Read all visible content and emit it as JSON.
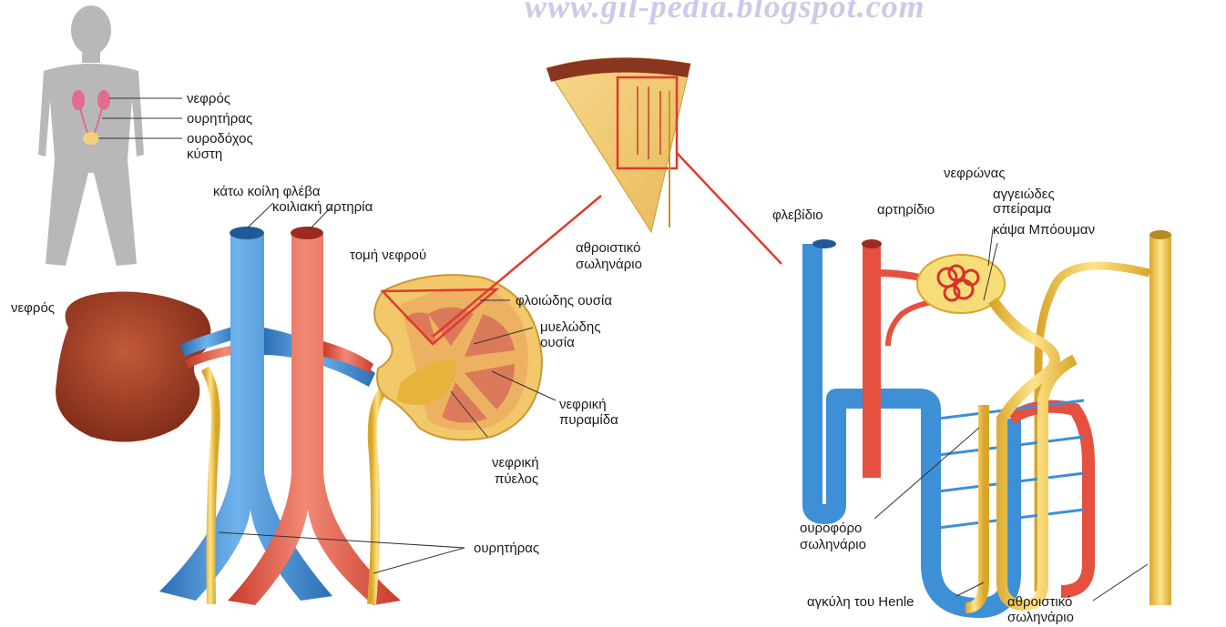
{
  "watermark": "www.gil-pedia.blogspot.com",
  "body_labels": {
    "kidney": "νεφρός",
    "ureter": "ουρητήρας",
    "bladder_line1": "ουροδόχος",
    "bladder_line2": "κύστη"
  },
  "main_labels": {
    "vena_cava": "κάτω κοίλη φλέβα",
    "aorta": "κοιλιακή αρτηρία",
    "kidney_section": "τομή νεφρού",
    "kidney": "νεφρός",
    "ureter": "ουρητήρας"
  },
  "section_labels": {
    "cortex": "φλοιώδης ουσία",
    "medulla_line1": "μυελώδης",
    "medulla_line2": "ουσία",
    "pyramid_line1": "νεφρική",
    "pyramid_line2": "πυραμίδα",
    "pelvis_line1": "νεφρική",
    "pelvis_line2": "πύελος"
  },
  "wedge_labels": {
    "collecting_line1": "αθροιστικό",
    "collecting_line2": "σωληνάριο"
  },
  "nephron_labels": {
    "nephron": "νεφρώνας",
    "venule": "φλεβίδιο",
    "arteriole": "αρτηρίδιο",
    "glomerulus_line1": "αγγειώδες",
    "glomerulus_line2": "σπείραμα",
    "bowman": "κάψα Μπόουμαν",
    "uriniferous_line1": "ουροφόρο",
    "uriniferous_line2": "σωληνάριο",
    "henle": "αγκύλη του Henle",
    "collecting_line1": "αθροιστικό",
    "collecting_line2": "σωληνάριο"
  },
  "colors": {
    "vein_blue": "#3d8fd6",
    "artery_red": "#e5503f",
    "tubule_yellow": "#f2c94c",
    "kidney_brown": "#9c3a24",
    "body_gray": "#b8b8b8"
  }
}
